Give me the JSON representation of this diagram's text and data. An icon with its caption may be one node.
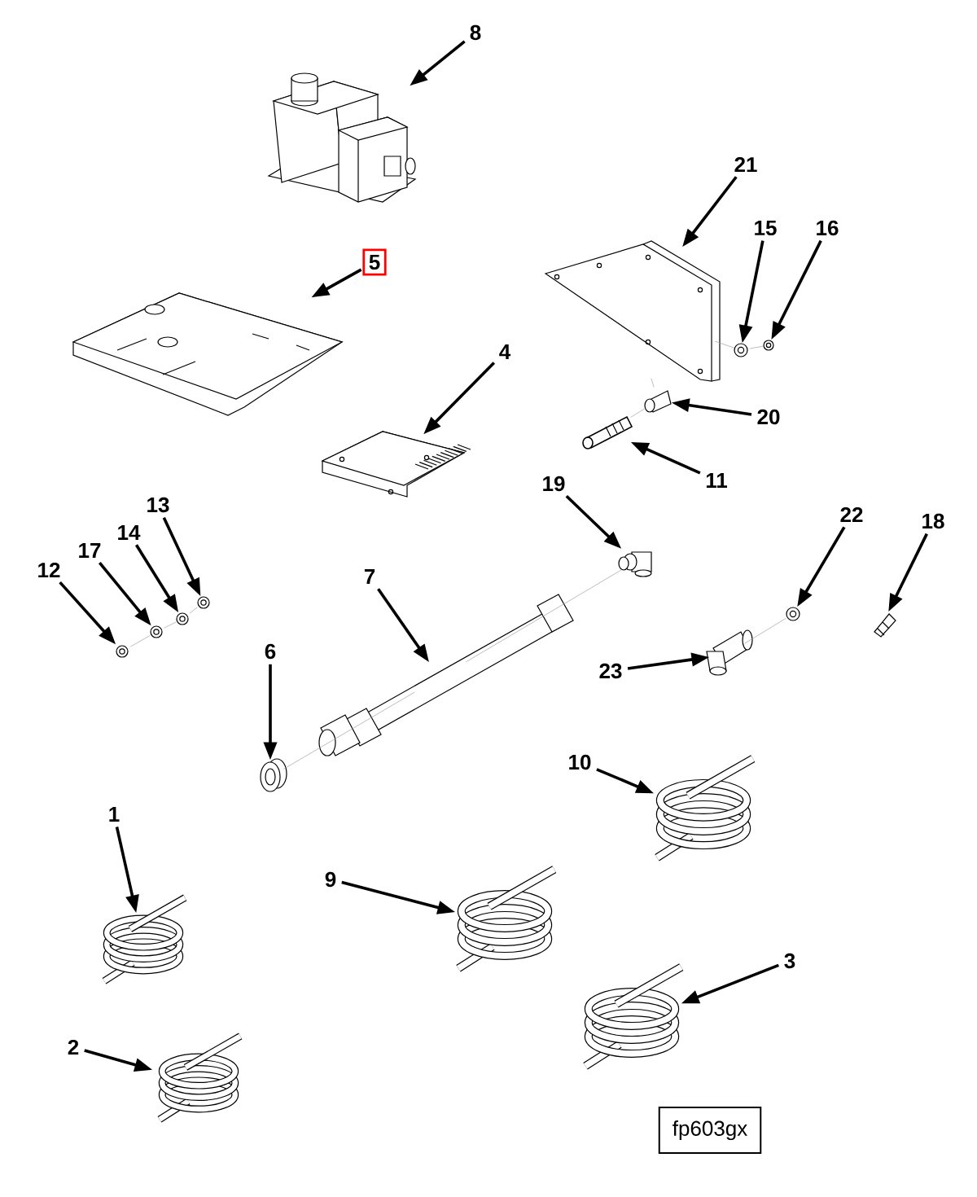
{
  "diagram": {
    "nodes": [
      {
        "text": [
          "8"
        ]
      },
      {
        "text": [],
        "shape": "picture"
      },
      {
        "text": [
          "21"
        ]
      },
      {
        "text": [],
        "shape": "picture"
      },
      {
        "text": [
          "5"
        ]
      },
      {
        "text": [],
        "shape": "picture"
      },
      {
        "text": [
          "15"
        ]
      },
      {
        "text": [],
        "shape": "picture"
      },
      {
        "text": [
          "16"
        ]
      },
      {
        "text": [],
        "shape": "picture"
      },
      {
        "text": [
          "4"
        ]
      },
      {
        "text": [],
        "shape": "picture"
      },
      {
        "text": [
          "20"
        ]
      },
      {
        "text": [],
        "shape": "picture"
      },
      {
        "text": [
          "11"
        ]
      },
      {
        "text": [],
        "shape": "picture"
      },
      {
        "text": [
          "19"
        ]
      },
      {
        "text": [],
        "shape": "picture"
      },
      {
        "text": [
          "13"
        ]
      },
      {
        "text": [],
        "shape": "picture"
      },
      {
        "text": [
          "22"
        ]
      },
      {
        "text": [],
        "shape": "picture"
      },
      {
        "text": [
          "18"
        ]
      },
      {
        "text": [],
        "shape": "picture"
      },
      {
        "text": [
          "17"
        ]
      },
      {
        "text": [],
        "shape": "picture"
      },
      {
        "text": [
          "14"
        ]
      },
      {
        "text": [],
        "shape": "picture"
      },
      {
        "text": [
          "12"
        ]
      },
      {
        "text": [],
        "shape": "picture"
      },
      {
        "text": [
          "7"
        ]
      },
      {
        "text": [],
        "shape": "picture"
      },
      {
        "text": [
          "6"
        ]
      },
      {
        "text": [],
        "shape": "picture"
      },
      {
        "text": [
          "23"
        ]
      },
      {
        "text": [],
        "shape": "picture"
      },
      {
        "text": [
          "10"
        ]
      },
      {
        "text": [],
        "shape": "picture"
      },
      {
        "text": [
          "1"
        ]
      },
      {
        "text": [],
        "shape": "picture"
      },
      {
        "text": [
          "9"
        ]
      },
      {
        "text": [],
        "shape": "picture"
      },
      {
        "text": [
          "3"
        ]
      },
      {
        "text": [],
        "shape": "picture"
      },
      {
        "text": [
          "2"
        ]
      },
      {
        "text": [],
        "shape": "picture"
      },
      {
        "text": [
          "fp603gx"
        ]
      }
    ],
    "edges": [
      {
        "from": 0,
        "to": 1,
        "arrow": "to"
      },
      {
        "from": 2,
        "to": 3,
        "arrow": "to"
      },
      {
        "from": 4,
        "to": 5,
        "arrow": "to"
      },
      {
        "from": 6,
        "to": 7,
        "arrow": "to"
      },
      {
        "from": 8,
        "to": 9,
        "arrow": "to"
      },
      {
        "from": 10,
        "to": 11,
        "arrow": "to"
      },
      {
        "from": 12,
        "to": 13,
        "arrow": "to"
      },
      {
        "from": 14,
        "to": 15,
        "arrow": "to"
      },
      {
        "from": 16,
        "to": 17,
        "arrow": "to"
      },
      {
        "from": 18,
        "to": 19,
        "arrow": "to"
      },
      {
        "from": 20,
        "to": 21,
        "arrow": "to"
      },
      {
        "from": 22,
        "to": 23,
        "arrow": "to"
      },
      {
        "from": 24,
        "to": 25,
        "arrow": "to"
      },
      {
        "from": 26,
        "to": 27,
        "arrow": "to"
      },
      {
        "from": 28,
        "to": 29,
        "arrow": "to"
      },
      {
        "from": 30,
        "to": 31,
        "arrow": "to"
      },
      {
        "from": 32,
        "to": 33,
        "arrow": "to"
      },
      {
        "from": 34,
        "to": 35,
        "arrow": "to"
      },
      {
        "from": 36,
        "to": 37,
        "arrow": "to"
      },
      {
        "from": 38,
        "to": 39,
        "arrow": "to"
      },
      {
        "from": 40,
        "to": 41,
        "arrow": "to"
      },
      {
        "from": 42,
        "to": 43,
        "arrow": "to"
      },
      {
        "from": 44,
        "to": 45,
        "arrow": "to"
      },
      {
        "from": 15,
        "to": 13,
        "arrow": "none",
        "color": "#a0a0a0"
      },
      {
        "from": 13,
        "to": 3,
        "arrow": "none",
        "color": "#a0a0a0"
      },
      {
        "from": 3,
        "to": 7,
        "arrow": "none",
        "color": "#a0a0a0"
      },
      {
        "from": 7,
        "to": 9,
        "arrow": "none",
        "color": "#a0a0a0"
      },
      {
        "from": 29,
        "to": 25,
        "arrow": "none",
        "color": "#a0a0a0"
      },
      {
        "from": 25,
        "to": 27,
        "arrow": "none",
        "color": "#a0a0a0"
      },
      {
        "from": 27,
        "to": 19,
        "arrow": "none",
        "color": "#a0a0a0"
      },
      {
        "from": 33,
        "to": 31,
        "arrow": "none",
        "color": "#a0a0a0"
      },
      {
        "from": 31,
        "to": 17,
        "arrow": "none",
        "color": "#a0a0a0"
      },
      {
        "from": 35,
        "to": 21,
        "arrow": "none",
        "color": "#a0a0a0"
      }
    ]
  }
}
